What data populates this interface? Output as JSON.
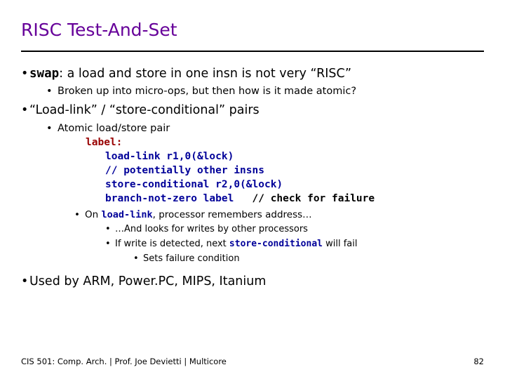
{
  "slide": {
    "title": "RISC Test-And-Set",
    "footer": "CIS 501: Comp. Arch.  |  Prof. Joe Devietti  |  Multicore",
    "page_number": "82",
    "bullet_glyph": "•",
    "colors": {
      "title": "#660099",
      "code_red": "#990000",
      "code_blue": "#000099",
      "text": "#000000"
    },
    "b1": {
      "code": "swap",
      "text": ": a load and store in one insn is not very “RISC”"
    },
    "b2": {
      "text": "Broken up into micro-ops, but then how is it made atomic?"
    },
    "b3": {
      "text": "“Load-link” / “store-conditional” pairs"
    },
    "b4": {
      "text": "Atomic load/store pair"
    },
    "code": [
      {
        "text": "label:",
        "color": "red",
        "indent": false
      },
      {
        "text": "load-link r1,0(&lock)",
        "color": "blue",
        "indent": true
      },
      {
        "text": "// potentially other insns",
        "color": "blue",
        "indent": true
      },
      {
        "text": "store-conditional r2,0(&lock)",
        "color": "blue",
        "indent": true
      },
      {
        "text": "branch-not-zero label",
        "color": "blue",
        "indent": true,
        "comment": "   // check for failure"
      }
    ],
    "b5": {
      "pre": "On ",
      "code": "load-link",
      "post": ", processor remembers address…"
    },
    "b6": {
      "text": "…And looks for writes by other processors"
    },
    "b7": {
      "pre": "If write is detected, next ",
      "code": "store-conditional",
      "post": " will fail"
    },
    "b8": {
      "text": "Sets failure condition"
    },
    "b9": {
      "text": "Used by ARM, Power.PC, MIPS, Itanium"
    }
  }
}
